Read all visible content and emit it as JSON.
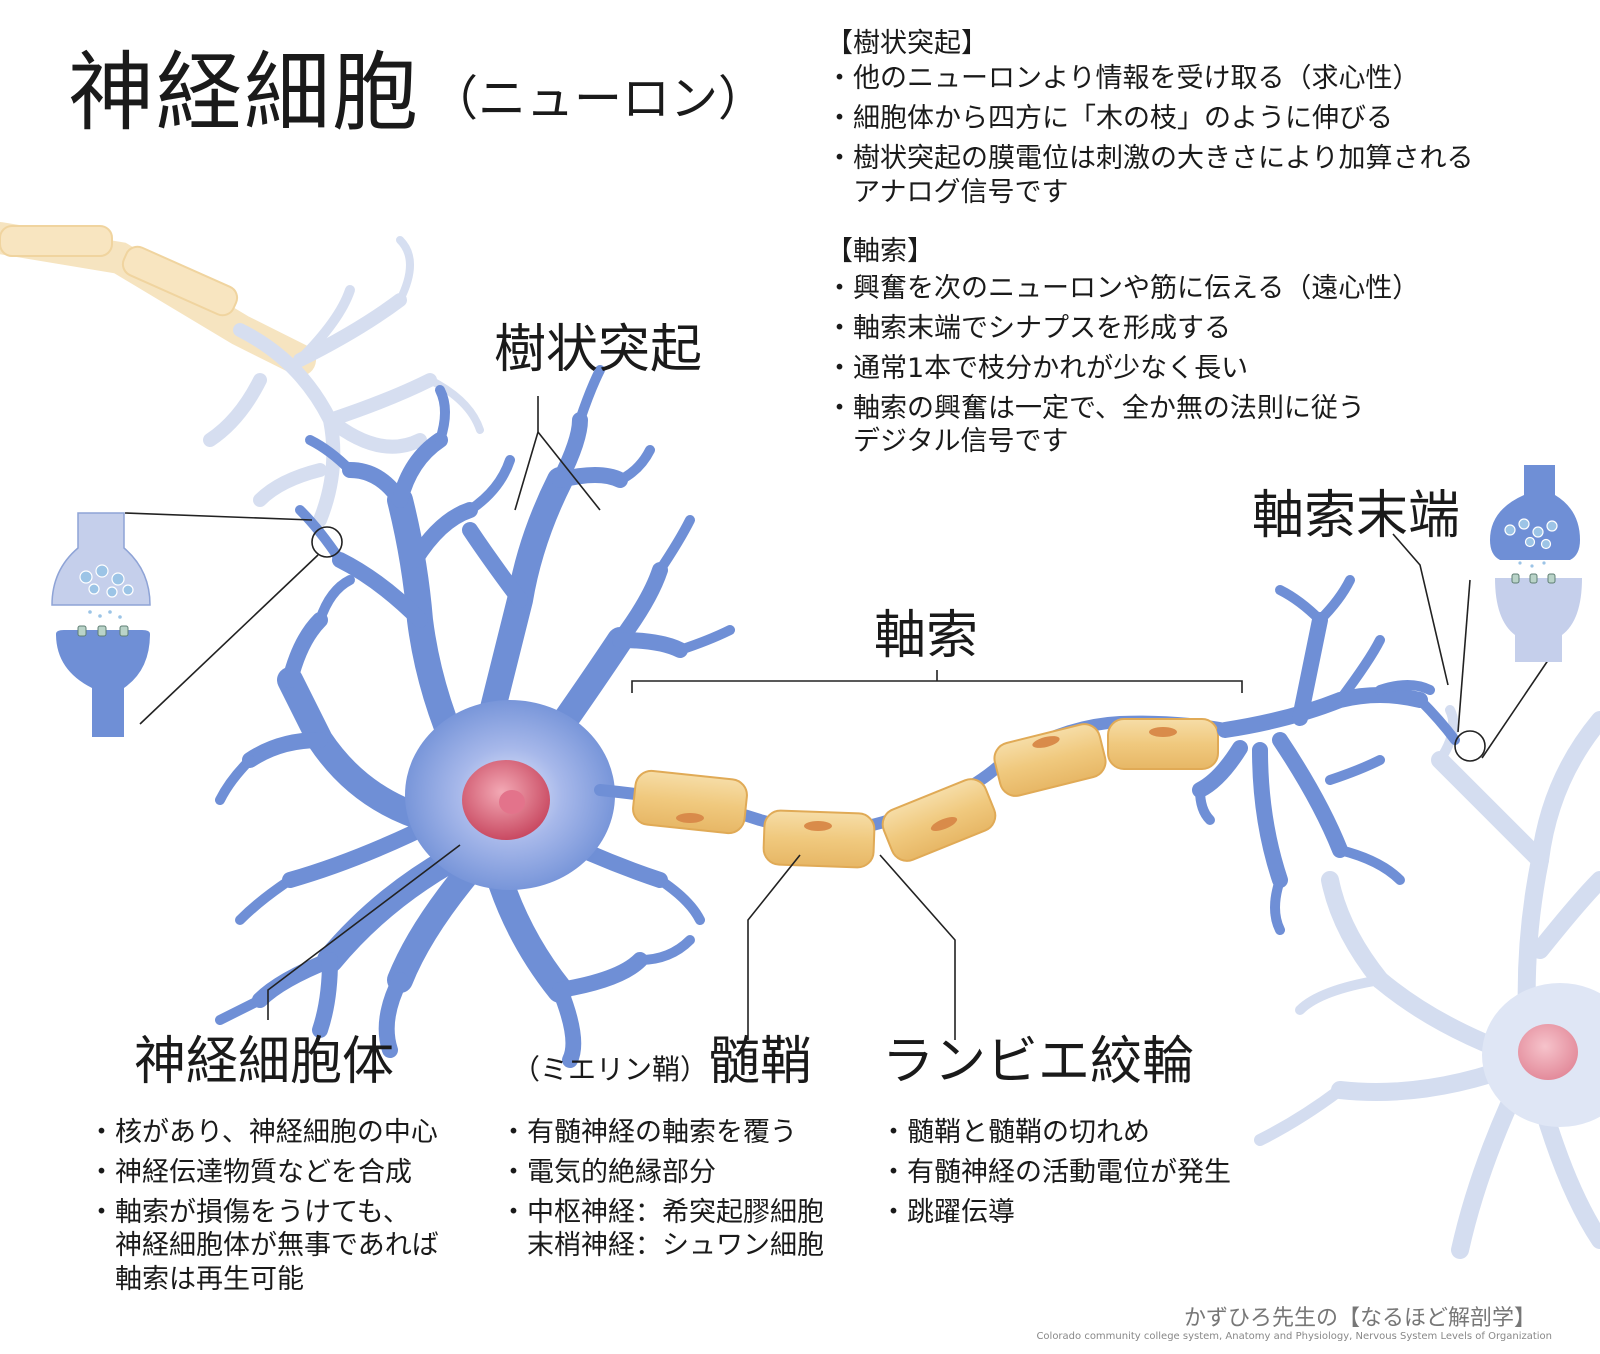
{
  "title": {
    "main": "神経細胞",
    "sub": "（ニューロン）"
  },
  "dendrite_section": {
    "heading": "【樹状突起】",
    "bullets": [
      "他のニューロンより情報を受け取る（求心性）",
      "細胞体から四方に「木の枝」のように伸びる",
      "樹状突起の膜電位は刺激の大きさにより加算される"
    ],
    "continuation": "アナログ信号です"
  },
  "axon_section": {
    "heading": "【軸索】",
    "bullets": [
      "興奮を次のニューロンや筋に伝える（遠心性）",
      "軸索末端でシナプスを形成する",
      "通常1本で枝分かれが少なく長い",
      "軸索の興奮は一定で、全か無の法則に従う"
    ],
    "continuation": "デジタル信号です"
  },
  "labels": {
    "dendrite": "樹状突起",
    "axon": "軸索",
    "axon_terminal": "軸索末端",
    "cell_body": "神経細胞体",
    "myelin_prefix": "（ミエリン鞘）",
    "myelin": "髄鞘",
    "ranvier": "ランビエ絞輪"
  },
  "cell_body_notes": {
    "bullets": [
      "核があり、神経細胞の中心",
      "神経伝達物質などを合成",
      "軸索が損傷をうけても、"
    ],
    "continuation": [
      "神経細胞体が無事であれば",
      "軸索は再生可能"
    ]
  },
  "myelin_notes": {
    "bullets": [
      "有髄神経の軸索を覆う",
      "電気的絶縁部分",
      "中枢神経：希突起膠細胞"
    ],
    "continuation": [
      "末梢神経：シュワン細胞"
    ]
  },
  "ranvier_notes": {
    "bullets": [
      "髄鞘と髄鞘の切れめ",
      "有髄神経の活動電位が発生",
      "跳躍伝導"
    ]
  },
  "credit": {
    "brand": "かずひろ先生の【なるほど解剖学】",
    "source": "Colorado community college system, Anatomy and Physiology, Nervous System Levels of Organization"
  },
  "colors": {
    "neuron": "#6f8fd6",
    "neuron_faded": "#cfd9ee",
    "nucleus": "#d85c72",
    "myelin": "#f3d08f",
    "myelin_faded": "#f8e6c3",
    "text": "#1a1a1a"
  }
}
